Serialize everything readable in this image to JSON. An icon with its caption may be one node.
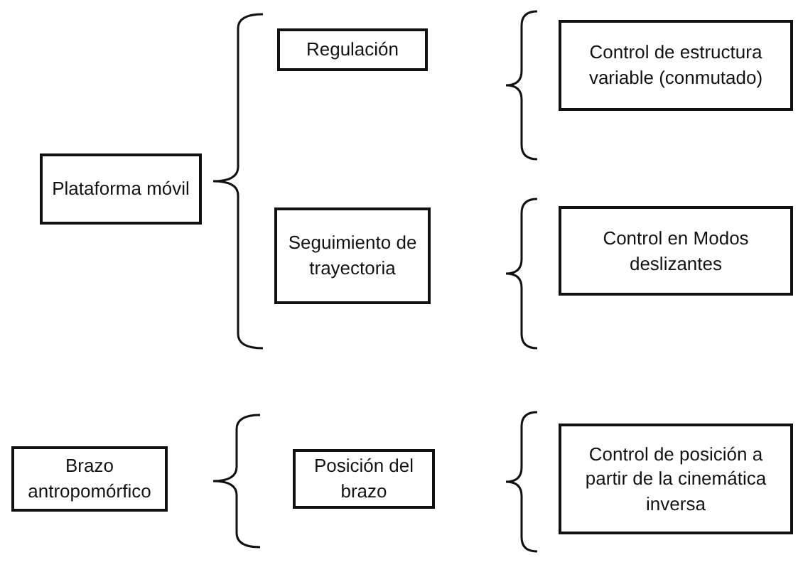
{
  "diagram": {
    "nodes": [
      {
        "text": [
          "Plataforma móvil"
        ]
      },
      {
        "text": [
          "Regulación"
        ]
      },
      {
        "text": [
          "Seguimiento de trayectoria"
        ]
      },
      {
        "text": [
          "Control de estructura variable (conmutado)"
        ]
      },
      {
        "text": [
          "Control en Modos deslizantes"
        ]
      },
      {
        "text": [
          "Brazo antropomórfico"
        ]
      },
      {
        "text": [
          "Posición del brazo"
        ]
      },
      {
        "text": [
          "Control de posición a partir de la cinemática inversa"
        ]
      }
    ]
  }
}
